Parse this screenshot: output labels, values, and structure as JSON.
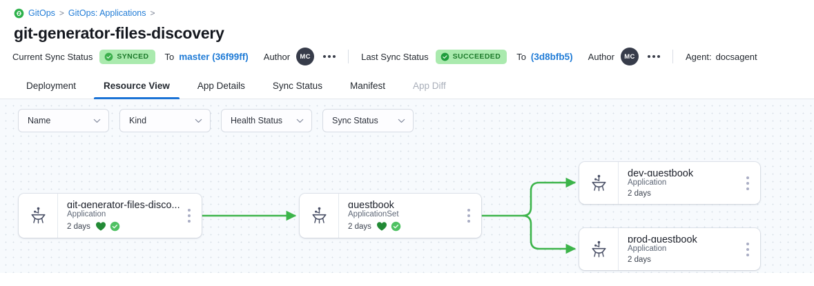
{
  "breadcrumb": {
    "icon": "gitops-link-icon",
    "items": [
      {
        "label": "GitOps",
        "sep": ">"
      },
      {
        "label": "GitOps: Applications",
        "sep": ">"
      }
    ]
  },
  "page_title": "git-generator-files-discovery",
  "status_bar": {
    "current": {
      "label": "Current Sync Status",
      "badge": "SYNCED",
      "badge_icon": "check-circle-icon",
      "to_label": "To",
      "revision": "master (36f99ff)",
      "author_label": "Author",
      "author_initials": "MC",
      "kebab_icon": "more-horizontal-icon"
    },
    "last": {
      "label": "Last Sync Status",
      "badge": "SUCCEEDED",
      "badge_icon": "check-circle-icon",
      "to_label": "To",
      "revision": "(3d8bfb5)",
      "author_label": "Author",
      "author_initials": "MC",
      "kebab_icon": "more-horizontal-icon"
    },
    "agent_label": "Agent:",
    "agent_value": "docsagent"
  },
  "tabs": [
    {
      "label": "Deployment",
      "state": ""
    },
    {
      "label": "Resource View",
      "state": "active"
    },
    {
      "label": "App Details",
      "state": ""
    },
    {
      "label": "Sync Status",
      "state": ""
    },
    {
      "label": "Manifest",
      "state": ""
    },
    {
      "label": "App Diff",
      "state": "disabled"
    }
  ],
  "filters": [
    {
      "label": "Name"
    },
    {
      "label": "Kind"
    },
    {
      "label": "Health Status"
    },
    {
      "label": "Sync Status"
    }
  ],
  "colors": {
    "accent_blue": "#1f7bd6",
    "tab_underline": "#1a73d6",
    "edge_green": "#3cb44a",
    "badge_bg": "#aaeaae",
    "badge_text": "#1d7a2b",
    "health_heart": "#228a35",
    "sync_circle": "#4fc163",
    "canvas_bg": "#f7fafd",
    "grid_dot": "#d8e0e8"
  },
  "graph": {
    "nodes": [
      {
        "id": "root",
        "title": "git-generator-files-disco...",
        "kind": "Application",
        "age": "2 days",
        "icon": "argo-application-icon",
        "health_badge": "heart-icon",
        "sync_badge": "check-circle-icon",
        "has_badges": true
      },
      {
        "id": "appset",
        "title": "guestbook",
        "kind": "ApplicationSet",
        "age": "2 days",
        "icon": "argo-application-icon",
        "health_badge": "heart-icon",
        "sync_badge": "check-circle-icon",
        "has_badges": true
      },
      {
        "id": "dev",
        "title": "dev-guestbook",
        "kind": "Application",
        "age": "2 days",
        "icon": "argo-application-icon",
        "has_badges": false
      },
      {
        "id": "prod",
        "title": "prod-guestbook",
        "kind": "Application",
        "age": "2 days",
        "icon": "argo-application-icon",
        "has_badges": false
      }
    ],
    "edges": [
      {
        "from": "root",
        "to": "appset"
      },
      {
        "from": "appset",
        "to": "dev"
      },
      {
        "from": "appset",
        "to": "prod"
      }
    ]
  }
}
